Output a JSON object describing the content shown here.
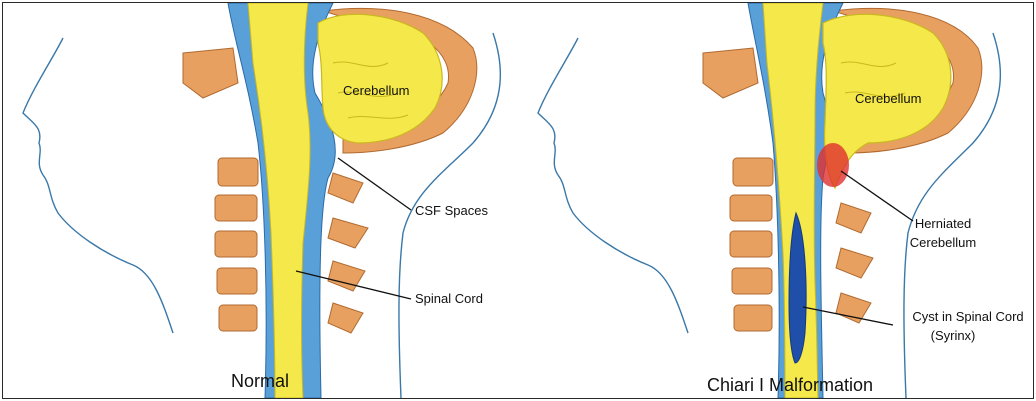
{
  "normal": {
    "caption": "Normal",
    "labels": {
      "cerebellum": "Cerebellum",
      "csf_spaces": "CSF Spaces",
      "spinal_cord": "Spinal Cord"
    }
  },
  "chiari": {
    "caption": "Chiari I Malformation",
    "labels": {
      "cerebellum": "Cerebellum",
      "herniated_line1": "Herniated",
      "herniated_line2": "Cerebellum",
      "cyst_line1": "Cyst in Spinal Cord",
      "cyst_line2": "(Syrinx)"
    }
  },
  "colors": {
    "brain_yellow": "#f5e84a",
    "csf_blue": "#5aa0d8",
    "bone_orange": "#e8a060",
    "herniation_red": "#e03030",
    "syrinx_blue": "#1f4fa8"
  }
}
